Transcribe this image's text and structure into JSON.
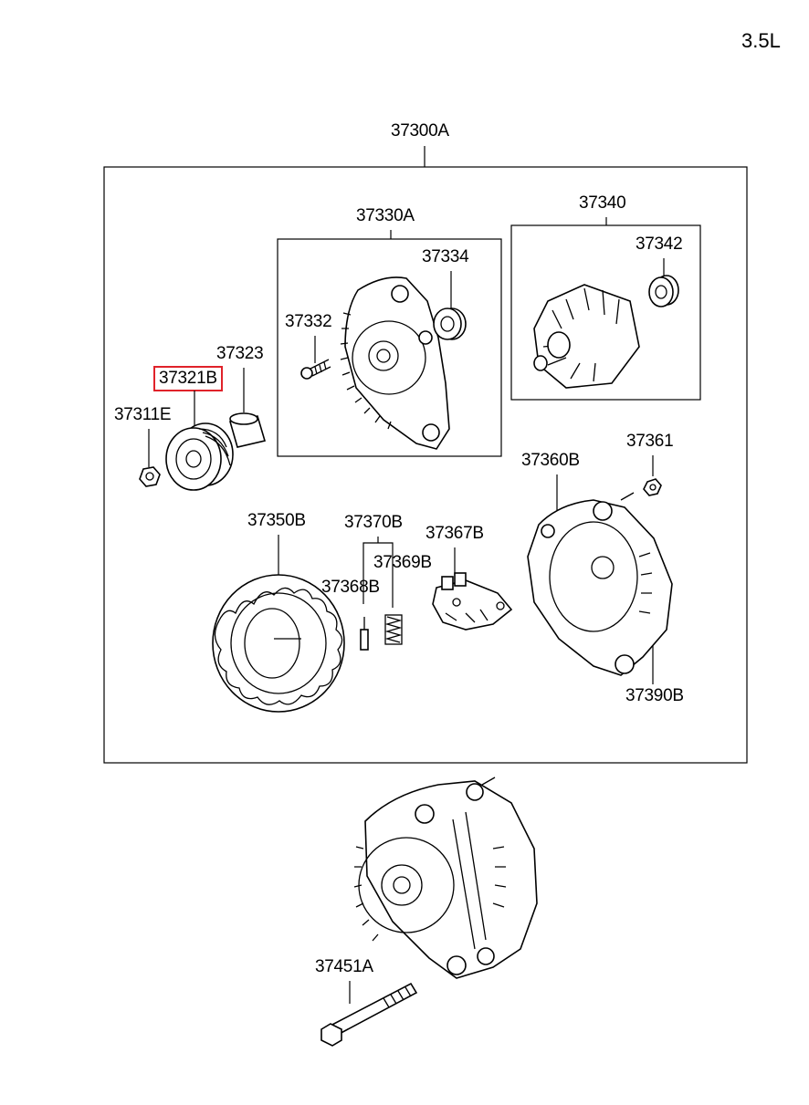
{
  "engine": "3.5L",
  "highlight_color": "#e0222a",
  "labels": {
    "p37300A": "37300A",
    "p37330A": "37330A",
    "p37334": "37334",
    "p37332": "37332",
    "p37340": "37340",
    "p37342": "37342",
    "p37323": "37323",
    "p37321B": "37321B",
    "p37311E": "37311E",
    "p37361": "37361",
    "p37360B": "37360B",
    "p37350B": "37350B",
    "p37370B": "37370B",
    "p37367B": "37367B",
    "p37369B": "37369B",
    "p37368B": "37368B",
    "p37390B": "37390B",
    "p37451A": "37451A"
  },
  "selected_part": "37321B"
}
